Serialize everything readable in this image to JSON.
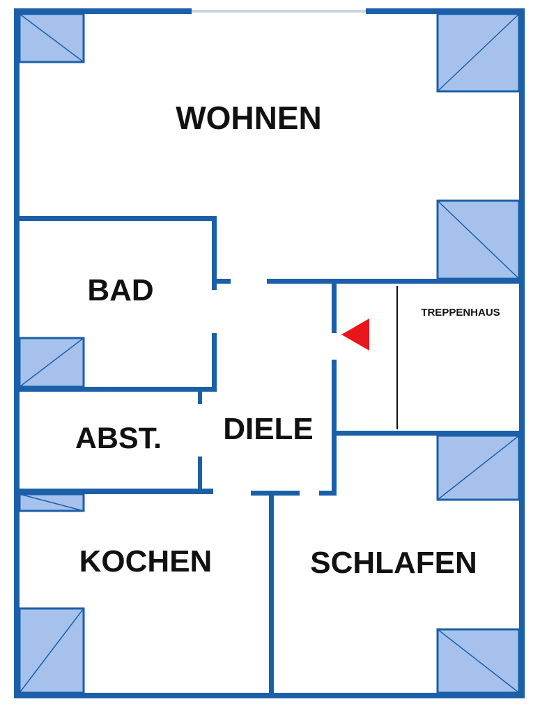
{
  "rooms": {
    "wohnen": "WOHNEN",
    "bad": "BAD",
    "treppenhaus": "TREPPENHAUS",
    "abst": "ABST.",
    "diele": "DIELE",
    "kochen": "KOCHEN",
    "schlafen": "SCHLAFEN"
  },
  "colors": {
    "wall": "#1b5fa8",
    "closet_fill": "#a6c2ec",
    "marker": "#e8151b"
  },
  "icons": {
    "entrance_marker": "red-triangle-arrow-left",
    "closet": "diagonal-cross-square"
  }
}
